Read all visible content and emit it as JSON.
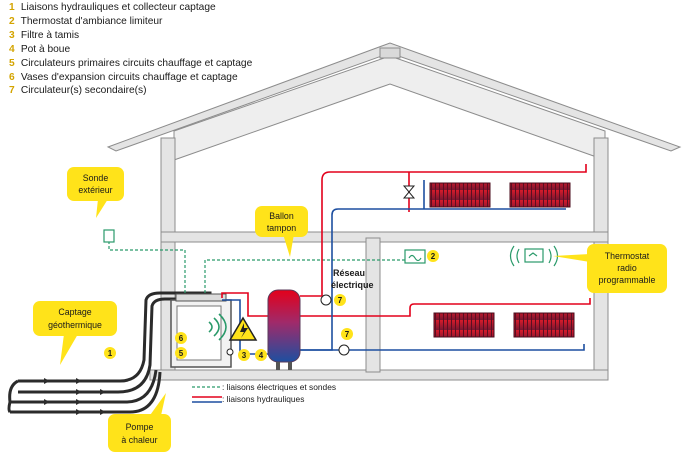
{
  "legend": [
    {
      "num": "1",
      "text": "Liaisons hydrauliques et collecteur captage"
    },
    {
      "num": "2",
      "text": "Thermostat d'ambiance limiteur"
    },
    {
      "num": "3",
      "text": "Filtre à tamis"
    },
    {
      "num": "4",
      "text": "Pot à boue"
    },
    {
      "num": "5",
      "text": "Circulateurs primaires circuits chauffage et captage"
    },
    {
      "num": "6",
      "text": "Vases d'expansion circuits chauffage et captage"
    },
    {
      "num": "7",
      "text": "Circulateur(s) secondaire(s)"
    }
  ],
  "callouts": {
    "sonde": [
      "Sonde",
      "extérieur"
    ],
    "ballon": [
      "Ballon",
      "tampon"
    ],
    "captage": [
      "Captage",
      "géothermique"
    ],
    "pompe": [
      "Pompe",
      "à chaleur"
    ],
    "thermostat": [
      "Thermostat",
      "radio",
      "programmable"
    ]
  },
  "reseau": [
    "Réseau",
    "électrique"
  ],
  "markers": {
    "m1": "1",
    "m2": "2",
    "m3": "3",
    "m4": "4",
    "m5": "5",
    "m6": "6",
    "m7a": "7",
    "m7b": "7"
  },
  "key": {
    "electrical": ":  liaisons électriques et sondes",
    "hydraulic": ":  liaisons hydrauliques"
  },
  "colors": {
    "accent_yellow": "#ffe31a",
    "hot_red": "#e3001b",
    "cold_blue": "#1d4fa0",
    "electrical_green": "#2a9a6a",
    "house_gray": "#a6a6a6"
  }
}
